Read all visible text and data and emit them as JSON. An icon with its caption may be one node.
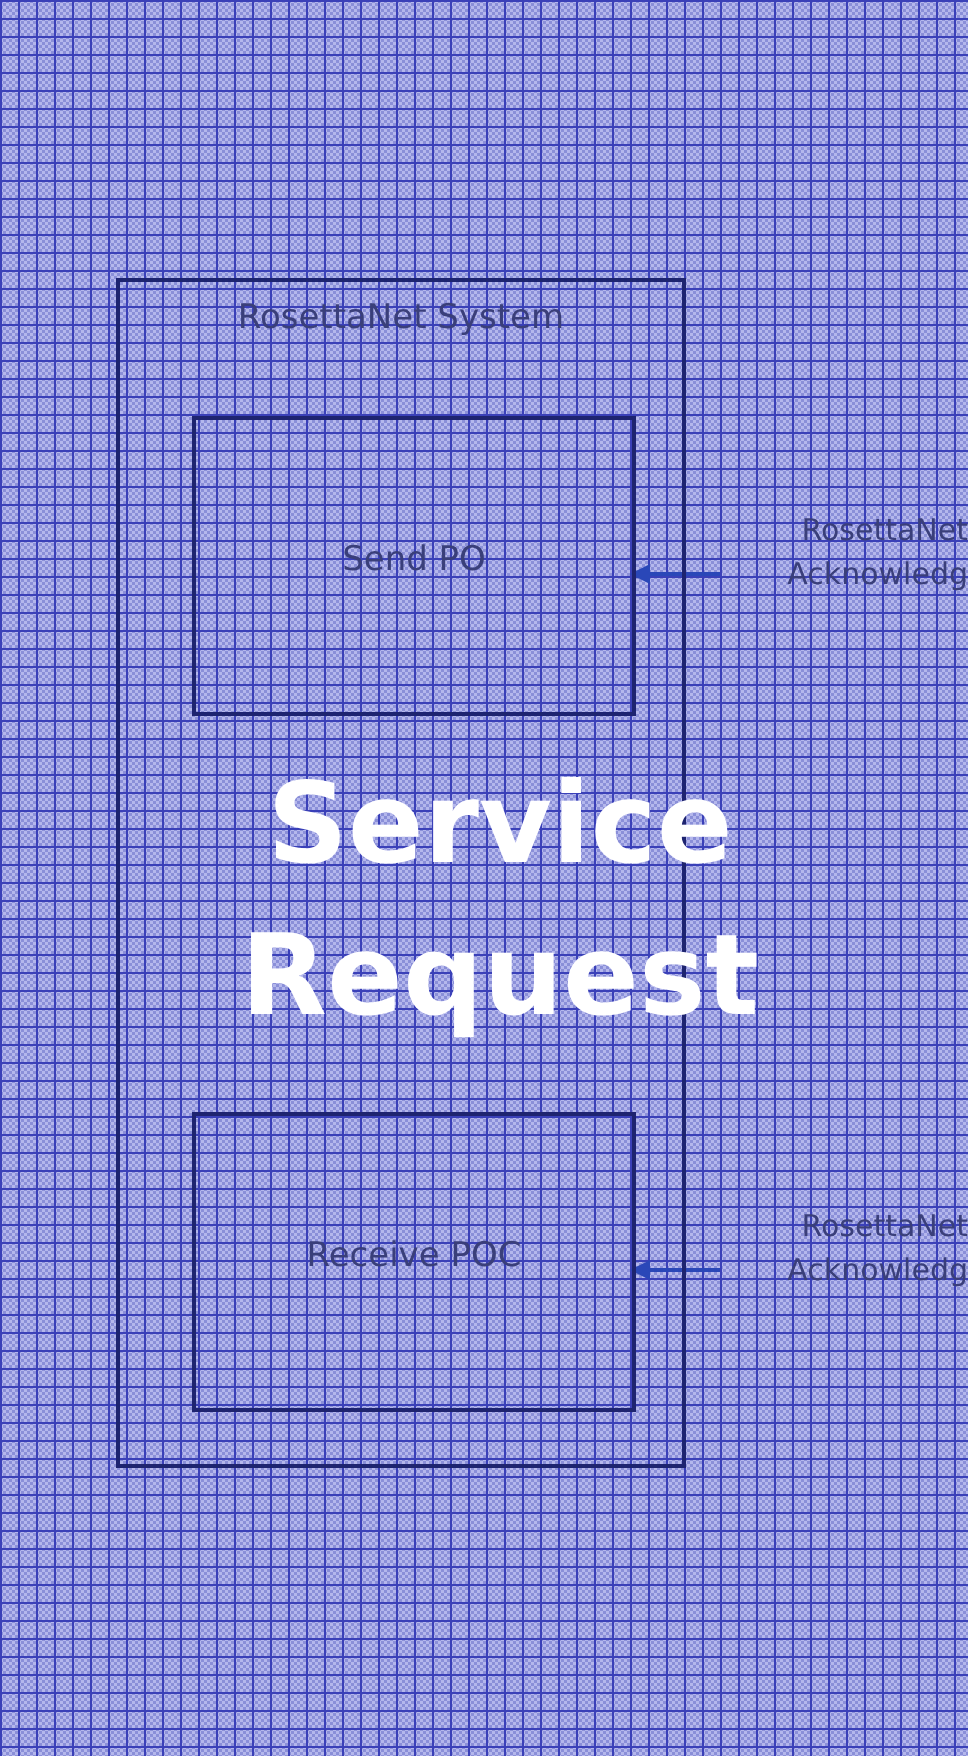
{
  "diagram": {
    "nodes": [
      {
        "text": [
          "RosettaNet System"
        ]
      },
      {
        "text": [
          "Send PO"
        ],
        "in": 0
      },
      {
        "text": [
          "RosettaNet Acknowledg"
        ]
      },
      {
        "text": [
          "Receive POC"
        ],
        "in": 0
      },
      {
        "text": [
          "RosettaNet Acknowledg"
        ]
      }
    ],
    "edges": [
      {
        "from": 2,
        "to": 1,
        "arrow": "to"
      },
      {
        "from": 4,
        "to": 3,
        "arrow": "to"
      }
    ],
    "labels": [
      "Service Request"
    ]
  }
}
